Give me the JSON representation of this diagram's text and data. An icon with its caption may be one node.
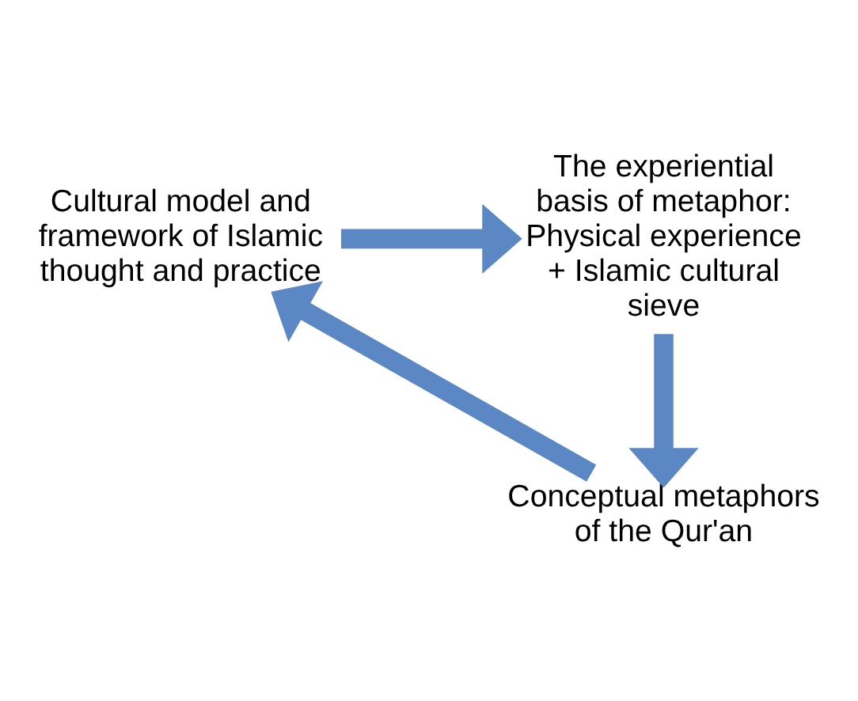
{
  "diagram": {
    "nodes": [
      {
        "text": [
          "Cultural model and framework of Islamic thought and practice"
        ]
      },
      {
        "text": [
          "The experiential basis of metaphor: Physical experience + Islamic cultural sieve"
        ]
      },
      {
        "text": [
          "Conceptual metaphors of the Qur'an"
        ]
      }
    ],
    "edges": [
      {
        "from": 0,
        "to": 1,
        "arrow": "to"
      },
      {
        "from": 1,
        "to": 2,
        "arrow": "to"
      },
      {
        "from": 2,
        "to": 0,
        "arrow": "to"
      }
    ]
  }
}
